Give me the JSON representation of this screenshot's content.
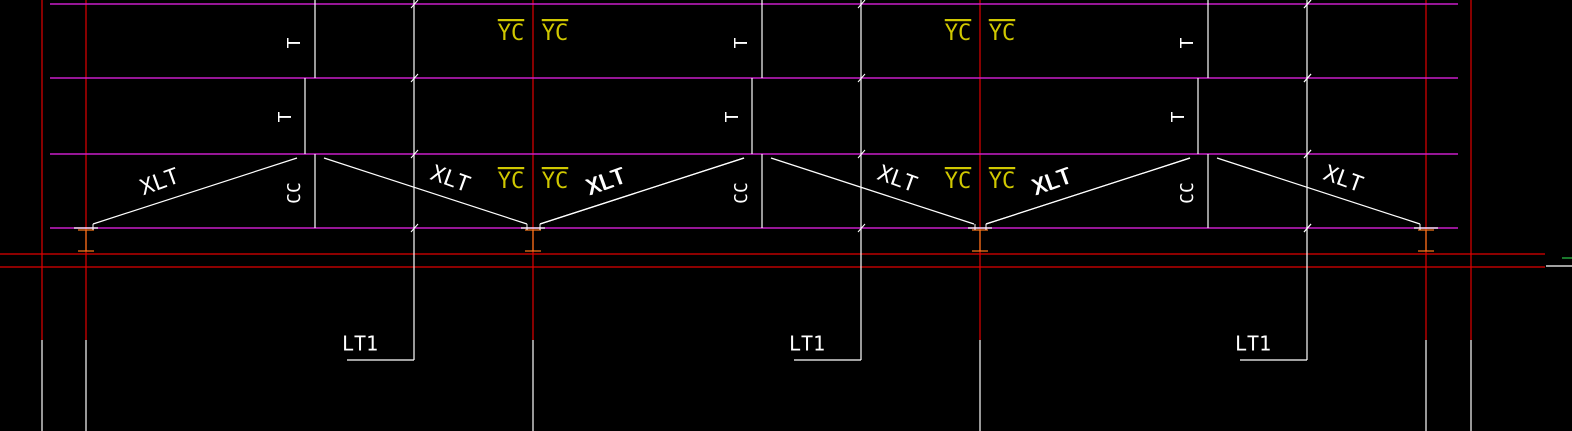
{
  "colors": {
    "background": "#000000",
    "girt_line": "#c81ec8",
    "grid_axis": "#e00000",
    "member": "#ffffff",
    "label_yc": "#d0c800",
    "column_cap": "#ff7a1a",
    "tick": "#2cc84a"
  },
  "labels": {
    "tie_rod": "T",
    "brace": "XLT",
    "strut": "CC",
    "tension_pair": "YC",
    "lintel": "LT1"
  }
}
